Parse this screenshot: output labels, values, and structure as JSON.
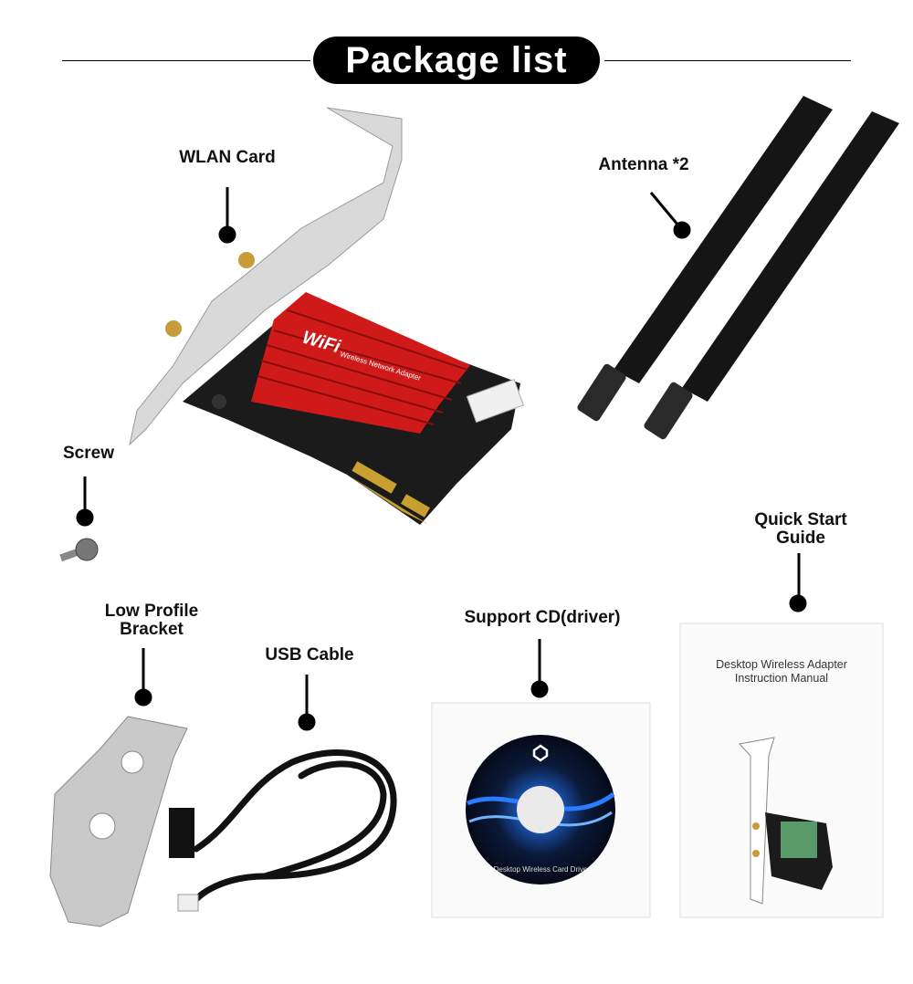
{
  "title": "Package list",
  "items": {
    "wlan_card": {
      "label": "WLAN Card",
      "brand": "WiFi",
      "subtitle": "Wireless Network Adapter"
    },
    "antenna": {
      "label": "Antenna *2"
    },
    "screw": {
      "label": "Screw"
    },
    "bracket": {
      "label_line1": "Low Profile",
      "label_line2": "Bracket"
    },
    "usb_cable": {
      "label": "USB Cable"
    },
    "cd": {
      "label": "Support CD(driver)",
      "disc_text": "Desktop Wireless Card Drive"
    },
    "guide": {
      "label_line1": "Quick Start",
      "label_line2": "Guide",
      "cover_line1": "Desktop Wireless Adapter",
      "cover_line2": "Instruction Manual"
    }
  },
  "colors": {
    "heatsink": "#d01a1a",
    "pill": "#000000",
    "antenna": "#111111",
    "disc_glow": "#2a7bff"
  }
}
